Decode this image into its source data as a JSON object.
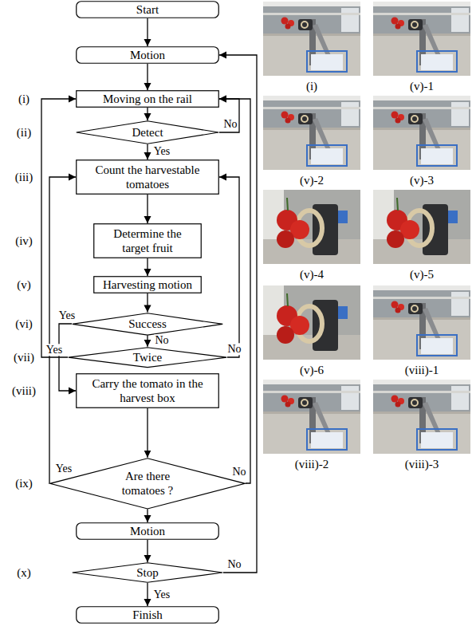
{
  "diagram": {
    "nodes": [
      {
        "text": [
          "Start"
        ]
      },
      {
        "text": [
          "Motion"
        ]
      },
      {
        "text": [
          "Moving on the rail"
        ]
      },
      {
        "text": [
          "Detect"
        ]
      },
      {
        "text": [
          "Count the harvestable tomatoes"
        ]
      },
      {
        "text": [
          "Determine the target fruit"
        ]
      },
      {
        "text": [
          "Harvesting motion"
        ]
      },
      {
        "text": [
          "Success"
        ]
      },
      {
        "text": [
          "Twice"
        ]
      },
      {
        "text": [
          "Carry the tomato in the harvest box"
        ]
      },
      {
        "text": [
          "Are there tomatoes ?"
        ]
      },
      {
        "text": [
          "Motion"
        ]
      },
      {
        "text": [
          "Stop"
        ]
      },
      {
        "text": [
          "Finish"
        ]
      }
    ],
    "edges": [
      {
        "from": 0,
        "to": 1,
        "arrow": "to"
      },
      {
        "from": 1,
        "to": 2,
        "arrow": "to"
      },
      {
        "from": 2,
        "to": 3,
        "arrow": "to"
      },
      {
        "from": 3,
        "to": 2,
        "label": "No",
        "arrow": "to"
      },
      {
        "from": 3,
        "to": 4,
        "label": "Yes",
        "arrow": "to"
      },
      {
        "from": 4,
        "to": 5,
        "arrow": "to"
      },
      {
        "from": 5,
        "to": 6,
        "arrow": "to"
      },
      {
        "from": 6,
        "to": 7,
        "arrow": "to"
      },
      {
        "from": 7,
        "to": 8,
        "label": "No",
        "arrow": "to"
      },
      {
        "from": 7,
        "to": 9,
        "label": "Yes",
        "arrow": "to"
      },
      {
        "from": 8,
        "to": 2,
        "label": "Yes",
        "arrow": "to"
      },
      {
        "from": 8,
        "to": 4,
        "label": "No",
        "arrow": "to"
      },
      {
        "from": 9,
        "to": 10,
        "arrow": "to"
      },
      {
        "from": 10,
        "to": 4,
        "label": "Yes",
        "arrow": "to"
      },
      {
        "from": 10,
        "to": 2,
        "label": "No",
        "arrow": "to"
      },
      {
        "from": 10,
        "to": 11,
        "arrow": "to"
      },
      {
        "from": 11,
        "to": 12,
        "arrow": "to"
      },
      {
        "from": 12,
        "to": 1,
        "label": "No",
        "arrow": "to"
      },
      {
        "from": 12,
        "to": 13,
        "label": "Yes",
        "arrow": "to"
      }
    ],
    "labels": [
      "(i)",
      "(ii)",
      "(iii)",
      "(iv)",
      "(v)",
      "(vi)",
      "(vii)",
      "(viii)",
      "(ix)",
      "(x)",
      "(i)",
      "(v)-1",
      "(v)-2",
      "(v)-3",
      "(v)-4",
      "(v)-5",
      "(v)-6",
      "(viii)-1",
      "(viii)-2",
      "(viii)-3"
    ]
  }
}
